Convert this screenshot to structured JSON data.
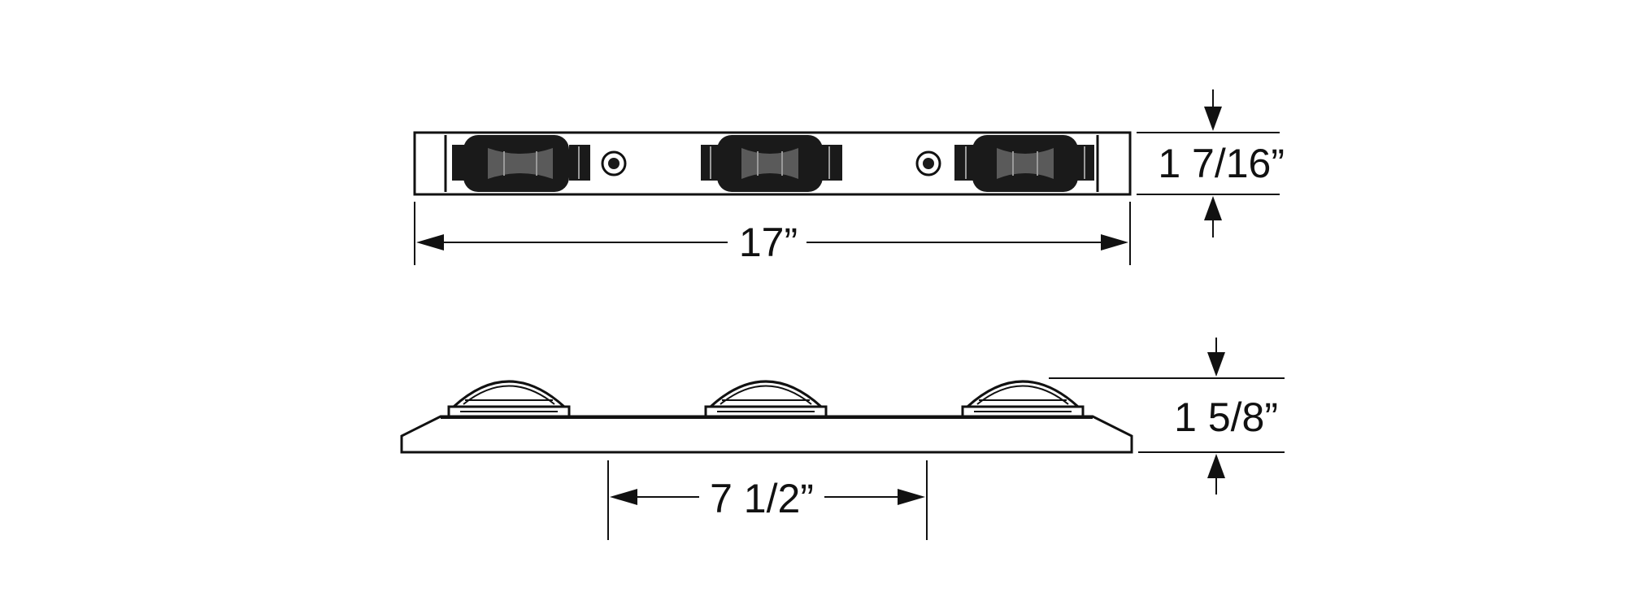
{
  "diagram": {
    "top_view": {
      "width_label": "17”",
      "height_label": "1 7/16”"
    },
    "side_view": {
      "height_label": "1 5/8”",
      "spacing_label": "7 1/2”"
    }
  },
  "colors": {
    "line": "#111111",
    "lamp": "#1a1a1a",
    "background": "#ffffff"
  }
}
